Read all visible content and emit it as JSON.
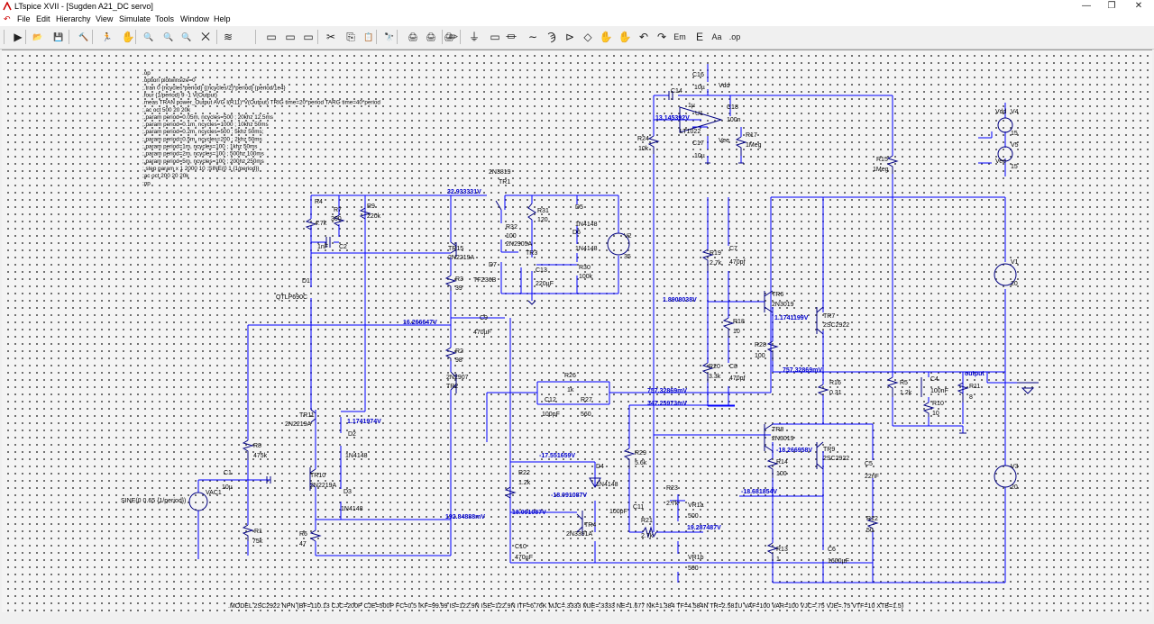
{
  "window": {
    "title": "LTspice XVII - [Sugden A21_DC servo]",
    "min_icon": "minimize-icon",
    "max_icon": "maximize-icon",
    "close_icon": "close-icon"
  },
  "menu": [
    "File",
    "Edit",
    "Hierarchy",
    "View",
    "Simulate",
    "Tools",
    "Window",
    "Help"
  ],
  "toolbar": {
    "glyphs": [
      "▶",
      "📂",
      "💾",
      "🔨",
      "🏃",
      "✋",
      "🔍",
      "🔍",
      "🔍",
      "⨉",
      "≋",
      "▭",
      "▭",
      "▭",
      "✂",
      "⎘",
      "📋",
      "🔭",
      "🖨",
      "🖨",
      "🖨",
      "✏",
      "⏚",
      "▭",
      "⏛",
      "∼",
      "Ϡ",
      "⊳",
      "◇",
      "✋",
      "✋",
      "↶",
      "↷",
      "Em",
      "E",
      "Aa",
      ".op"
    ],
    "icons": [
      "run-icon",
      "open-icon",
      "save-icon",
      "control-panel-icon",
      "halt-icon",
      "pan-icon",
      "zoom-in-icon",
      "zoom-pan-icon",
      "zoom-out-icon",
      "zoom-fit-icon",
      "waveform-icon",
      "tile-horizontal-icon",
      "tile-vertical-icon",
      "cascade-icon",
      "cut-icon",
      "copy-icon",
      "paste-icon",
      "find-icon",
      "print-icon",
      "print-preview-icon",
      "print-setup-icon",
      "draw-wire-icon",
      "ground-icon",
      "label-net-icon",
      "resistor-icon",
      "capacitor-icon",
      "inductor-icon",
      "diode-icon",
      "component-icon",
      "move-icon",
      "drag-icon",
      "undo-icon",
      "redo-icon",
      "rotate-icon",
      "mirror-icon",
      "text-icon",
      "spice-directive-icon"
    ]
  },
  "directives": [
    ".op",
    ".option plotwinsize=0",
    ";.tran 0 {ncycles*period} {(ncycles/2)*period} {period/1e4}",
    ".four {1/period} 9 -1 V(Output)",
    ".meas TRAN power_Output AVG I(R11)*V(Output) TRIG time=20*period TARG time=40*period",
    ";.ac oct 500 20 20k",
    ";.param period=0.05m, ncycles=500 ; 20khz 12.5ms",
    ";.param period=0.1m, ncycles=1000 ; 10khz 50ms",
    ";.param period=0.2m, ncycles=500 ; 5khz 50ms;",
    ";.param period=0.5m, ncycles=200 ; 2khz 50ms",
    ";.param period=1m, ncycles=100 ; 1khz 50ms",
    ";.param period=2m, ncycles=100 ; 500hz 100ms",
    ";.param period=5m, ncycles=100 ; 200hz 250ms",
    ";.step param x 1 2000 10 ;SINE(0 1 {1/period})",
    ";ac oct 200 20 20k",
    ";op"
  ],
  "status_directive": ".MODEL 2SC2922 NPN (BF=110.13 CJC=200P CJE=500P FC=0.5 IKF=99.99 IS=122.9N ISE=122.9N ITF=6.76K MJC=.3333 MJE=.3333 NE=1.677 NK=1.384 TF=4.584N TR=2.581U VAF=100 VAR=100 VJC=.75 VJE=.75 VTF=10 XTB=1.5)",
  "labels": [
    [
      "R4",
      349,
      225
    ],
    [
      "4.7k",
      349,
      249
    ],
    [
      "R7",
      370,
      234
    ],
    [
      "300",
      367,
      244
    ],
    [
      "R9",
      407,
      230
    ],
    [
      "220k",
      407,
      241
    ],
    [
      "1nF",
      352,
      275
    ],
    [
      "C2",
      376,
      275
    ],
    [
      "D1",
      335,
      313
    ],
    [
      "QTLP690C",
      306,
      331
    ],
    [
      "TR15",
      497,
      277
    ],
    [
      "2N2219A",
      497,
      287
    ],
    [
      "R3",
      505,
      311
    ],
    [
      "39",
      505,
      321
    ],
    [
      "2N3819",
      542,
      192
    ],
    [
      "TR1",
      553,
      203
    ],
    [
      "R32",
      561,
      253
    ],
    [
      "100",
      561,
      263
    ],
    [
      "R31",
      596,
      235
    ],
    [
      "120",
      596,
      245
    ],
    [
      "2N2905A",
      561,
      272
    ],
    [
      "TR3",
      583,
      282
    ],
    [
      "D5",
      638,
      231
    ],
    [
      "1N4148",
      638,
      250
    ],
    [
      "D6",
      635,
      259
    ],
    [
      "1N4148",
      638,
      277
    ],
    [
      "V2",
      692,
      263
    ],
    [
      "35",
      692,
      286
    ],
    [
      "D7",
      542,
      295
    ],
    [
      "C13",
      594,
      301
    ],
    [
      "TFZ36B",
      525,
      312
    ],
    [
      "220µF",
      594,
      316
    ],
    [
      "R30",
      642,
      298
    ],
    [
      "100k",
      642,
      308
    ],
    [
      "C9",
      532,
      354
    ],
    [
      "470µF",
      525,
      370
    ],
    [
      "R2",
      505,
      391
    ],
    [
      "98",
      505,
      401
    ],
    [
      "2N2907",
      495,
      420
    ],
    [
      "TR2",
      495,
      430
    ],
    [
      "R26",
      626,
      418
    ],
    [
      "1k",
      629,
      434
    ],
    [
      "C12",
      604,
      445
    ],
    [
      "100pF",
      601,
      461
    ],
    [
      "R27",
      644,
      445
    ],
    [
      "560",
      644,
      461
    ],
    [
      "TR11",
      332,
      462
    ],
    [
      "2N2219A",
      316,
      472
    ],
    [
      "D2",
      386,
      483
    ],
    [
      "1N4148",
      383,
      507
    ],
    [
      "R8",
      281,
      496
    ],
    [
      "475k",
      281,
      507
    ],
    [
      "C1",
      248,
      526
    ],
    [
      "10µ",
      246,
      542
    ],
    [
      "TR10",
      344,
      529
    ],
    [
      "2N2219A",
      344,
      540
    ],
    [
      "D3",
      381,
      547
    ],
    [
      "1N4148",
      378,
      566
    ],
    [
      "VAC1",
      228,
      548
    ],
    [
      "SINE(0 0.65 {1/period})",
      134,
      557
    ],
    [
      "R6",
      332,
      594
    ],
    [
      "47",
      332,
      605
    ],
    [
      "R1",
      282,
      591
    ],
    [
      "75k",
      280,
      602
    ],
    [
      "R22",
      575,
      526
    ],
    [
      "1.2k",
      575,
      537
    ],
    [
      "C10",
      571,
      608
    ],
    [
      "470µF",
      571,
      620
    ],
    [
      "D4",
      661,
      519
    ],
    [
      "1N4148",
      661,
      539
    ],
    [
      "R29",
      704,
      504
    ],
    [
      "5.6k",
      704,
      515
    ],
    [
      "C11",
      702,
      564
    ],
    [
      "100pF",
      676,
      569
    ],
    [
      "TR4",
      648,
      584
    ],
    [
      "2N3391A",
      628,
      594
    ],
    [
      "R23",
      739,
      543
    ],
    [
      "2.7k",
      739,
      560
    ],
    [
      "VR1a",
      763,
      562
    ],
    [
      "500",
      763,
      574
    ],
    [
      "R21",
      711,
      579
    ],
    [
      "2.7k",
      711,
      596
    ],
    [
      "VR1b",
      763,
      620
    ],
    [
      "500",
      763,
      632
    ],
    [
      "C16",
      768,
      84
    ],
    [
      "10µ",
      770,
      98
    ],
    [
      "C14",
      744,
      102
    ],
    [
      "1µ",
      763,
      118
    ],
    [
      "Vdd",
      797,
      96
    ],
    [
      "U1",
      771,
      127
    ],
    [
      "LT1022",
      754,
      147
    ],
    [
      "C18",
      806,
      120
    ],
    [
      "100n",
      806,
      134
    ],
    [
      "C17",
      768,
      160
    ],
    [
      "Vee",
      797,
      157
    ],
    [
      "10µ",
      770,
      174
    ],
    [
      "R17",
      827,
      151
    ],
    [
      "1Meg",
      827,
      162
    ],
    [
      "R24",
      707,
      155
    ],
    [
      "10k",
      708,
      166
    ],
    [
      "R15",
      972,
      178
    ],
    [
      "1Meg",
      968,
      189
    ],
    [
      "V4",
      1121,
      125
    ],
    [
      "15",
      1121,
      149
    ],
    [
      "V5",
      1121,
      162
    ],
    [
      "15",
      1121,
      186
    ],
    [
      "Vdd",
      1104,
      125
    ],
    [
      "Vee",
      1104,
      180
    ],
    [
      "R19",
      787,
      282
    ],
    [
      "2.7k",
      787,
      293
    ],
    [
      "C7",
      809,
      277
    ],
    [
      "470pf",
      809,
      292
    ],
    [
      "TR6",
      856,
      328
    ],
    [
      "2N3019",
      856,
      339
    ],
    [
      "TR7",
      913,
      352
    ],
    [
      "2SC2922",
      913,
      362
    ],
    [
      "R18",
      813,
      358
    ],
    [
      "10",
      813,
      369
    ],
    [
      "R28",
      837,
      384
    ],
    [
      "100",
      837,
      396
    ],
    [
      "R20",
      786,
      408
    ],
    [
      "3.3k",
      786,
      419
    ],
    [
      "C8",
      809,
      408
    ],
    [
      "470pf",
      809,
      421
    ],
    [
      "V1",
      1121,
      292
    ],
    [
      "20",
      1121,
      316
    ],
    [
      "R16",
      920,
      426
    ],
    [
      "0.31",
      920,
      437
    ],
    [
      "R5",
      998,
      426
    ],
    [
      "1.2k",
      998,
      437
    ],
    [
      "C4",
      1032,
      422
    ],
    [
      "100nF",
      1032,
      435
    ],
    [
      "R11",
      1075,
      430
    ],
    [
      "8",
      1075,
      442
    ],
    [
      "R10",
      1034,
      449
    ],
    [
      "10",
      1034,
      460
    ],
    [
      "TR8",
      856,
      478
    ],
    [
      "2N3019",
      856,
      488
    ],
    [
      "TR9",
      913,
      500
    ],
    [
      "2SC2922",
      913,
      510
    ],
    [
      "R14",
      861,
      514
    ],
    [
      "100",
      861,
      527
    ],
    [
      "C5",
      959,
      516
    ],
    [
      "22nF",
      959,
      530
    ],
    [
      "V3",
      1121,
      519
    ],
    [
      "20",
      1121,
      542
    ],
    [
      "R12",
      961,
      577
    ],
    [
      "50",
      961,
      590
    ],
    [
      "R13",
      861,
      611
    ],
    [
      "1",
      861,
      622
    ],
    [
      "C6",
      918,
      611
    ],
    [
      "1600µF",
      918,
      624
    ]
  ],
  "net_labels": [
    [
      "32.933331V",
      496,
      214
    ],
    [
      "16.266647V",
      447,
      359
    ],
    [
      "1.1741974V",
      385,
      469
    ],
    [
      "192.84888mV",
      494,
      575
    ],
    [
      "-17.551659V",
      598,
      507
    ],
    [
      "-18.091087V",
      611,
      551
    ],
    [
      "18.091087V",
      568,
      570
    ],
    [
      "13.145392V",
      727,
      132
    ],
    [
      "1.8908038V",
      735,
      334
    ],
    [
      "1.1741199V",
      859,
      354
    ],
    [
      "757.32869mV",
      868,
      412
    ],
    [
      "757.32869mV",
      718,
      435
    ],
    [
      "347.25973mV",
      718,
      449
    ],
    [
      "-18.266958V",
      861,
      501
    ],
    [
      "-18.681854V",
      822,
      547
    ],
    [
      "19.287487V",
      762,
      587
    ],
    [
      "output",
      1070,
      416
    ]
  ]
}
